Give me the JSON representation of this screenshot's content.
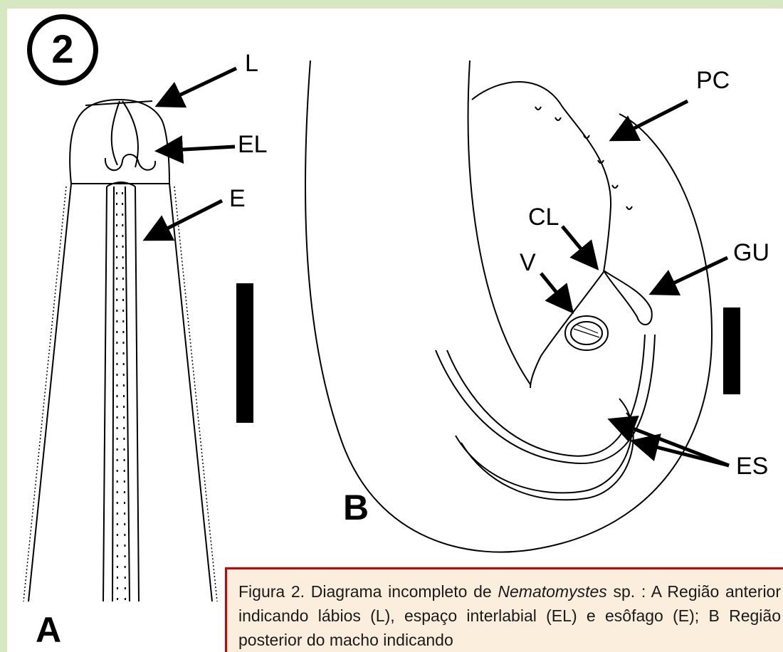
{
  "figure_number": "2",
  "panel_labels": {
    "a": "A",
    "b": "B"
  },
  "labels": {
    "L": "L",
    "EL": "EL",
    "E": "E",
    "PC": "PC",
    "CL": "CL",
    "V": "V",
    "GU": "GU",
    "ES": "ES"
  },
  "caption": {
    "prefix": "Figura 2. Diagrama incompleto de ",
    "genus": "Nematomystes",
    "rest": " sp. : A Região anterior indicando lábios (L), espaço interlabial (EL) e esôfago (E); B Região posterior do macho indicando"
  },
  "colors": {
    "frame": "#d6e8c2",
    "caption_border": "#d40000",
    "caption_bg": "#fbeedd"
  }
}
